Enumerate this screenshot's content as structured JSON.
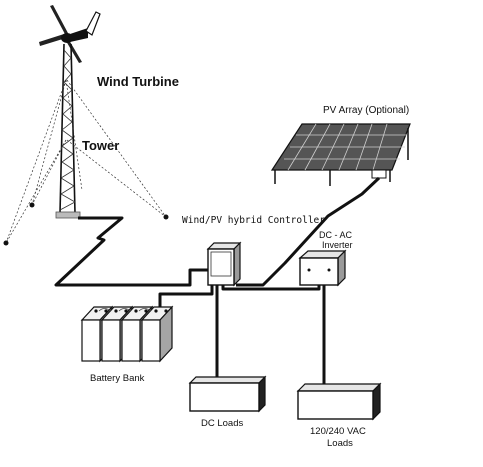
{
  "labels": {
    "wind_turbine": "Wind Turbine",
    "tower": "Tower",
    "pv_array": "PV Array (Optional)",
    "controller": "Wind/PV hybrid Controller",
    "inverter_line1": "DC - AC",
    "inverter_line2": "Inverter",
    "battery_bank": "Battery Bank",
    "dc_loads": "DC Loads",
    "ac_loads_line1": "120/240 VAC",
    "ac_loads_line2": "Loads"
  }
}
